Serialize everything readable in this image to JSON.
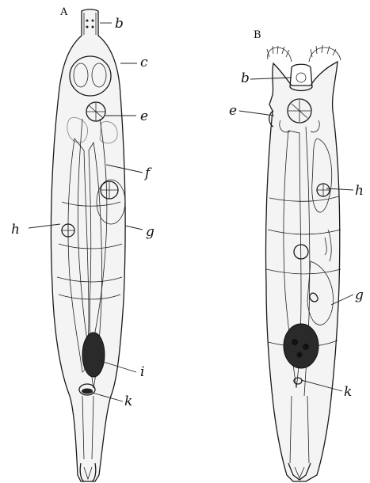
{
  "figure": {
    "panels": [
      {
        "id": "A",
        "letter": "A",
        "labels": {
          "b": "b",
          "c": "c",
          "e": "e",
          "f": "f",
          "g": "g",
          "h": "h",
          "i": "i",
          "k": "k"
        }
      },
      {
        "id": "B",
        "letter": "B",
        "labels": {
          "b": "b",
          "e": "e",
          "h": "h",
          "g": "g",
          "k": "k"
        }
      }
    ]
  }
}
